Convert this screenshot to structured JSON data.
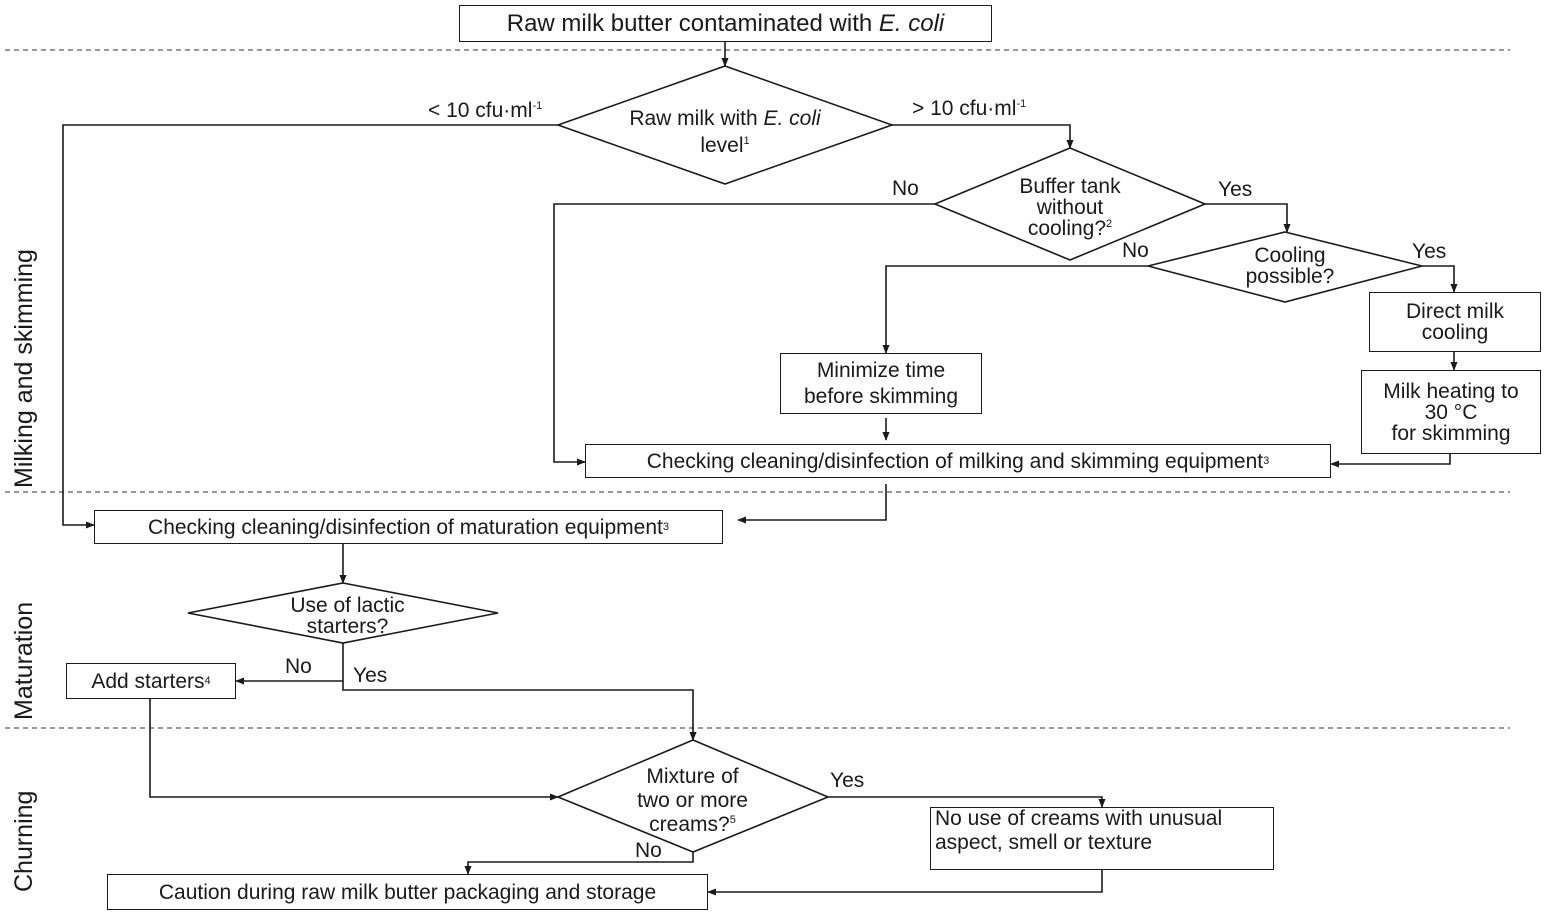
{
  "title": {
    "prefix": "Raw milk butter contaminated with ",
    "organism": "E. coli"
  },
  "stages": [
    "Milking and skimming",
    "Maturation",
    "Churning"
  ],
  "decisions": {
    "ecoli_level": {
      "line1_prefix": "Raw milk with ",
      "line1_organism": "E. coli",
      "line2": "level",
      "note": "1"
    },
    "buffer_tank": {
      "line1": "Buffer tank",
      "line2": "without",
      "line3": "cooling?",
      "note": "2"
    },
    "cooling_possible": {
      "line1": "Cooling",
      "line2": "possible?"
    },
    "lactic_starters": {
      "line1": "Use of lactic",
      "line2": "starters?"
    },
    "cream_mixture": {
      "line1": "Mixture of",
      "line2": "two or more",
      "line3": "creams?",
      "note": "5"
    }
  },
  "actions": {
    "direct_cooling": {
      "line1": "Direct milk",
      "line2": "cooling"
    },
    "milk_heating": {
      "line1": "Milk heating to",
      "line2": "30 °C",
      "line3": "for skimming"
    },
    "minimize_time": {
      "line1": "Minimize time",
      "line2": "before skimming"
    },
    "check_milking": {
      "text": "Checking cleaning/disinfection of milking and skimming equipment",
      "note": "3"
    },
    "check_maturation": {
      "text": "Checking cleaning/disinfection of maturation equipment",
      "note": "3"
    },
    "add_starters": {
      "text": "Add starters",
      "note": "4"
    },
    "no_unusual": {
      "line1": "No use of creams with unusual",
      "line2": "aspect, smell or texture"
    },
    "caution": {
      "text": "Caution during raw milk butter packaging and storage"
    }
  },
  "edge_labels": {
    "low_level": "< 10 cfu·ml",
    "high_level": "> 10 cfu·ml",
    "exponent": "-1",
    "yes": "Yes",
    "no": "No"
  }
}
